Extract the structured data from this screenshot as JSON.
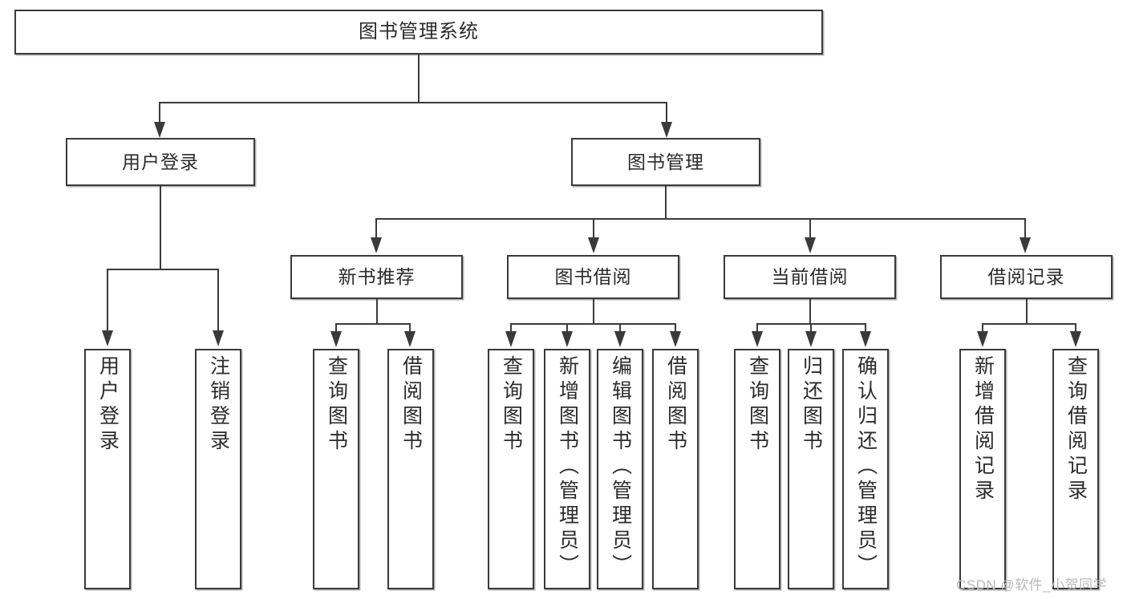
{
  "diagram": {
    "title": "图书管理系统",
    "watermark": "CSDN @软件_小贺同学",
    "nodes": {
      "root": {
        "label": "图书管理系统"
      },
      "level2": [
        {
          "label": "用户登录"
        },
        {
          "label": "图书管理"
        }
      ],
      "level3": [
        {
          "label": "新书推荐"
        },
        {
          "label": "图书借阅"
        },
        {
          "label": "当前借阅"
        },
        {
          "label": "借阅记录"
        }
      ],
      "leaves_user_login": [
        {
          "label": "用户登录"
        },
        {
          "label": "注销登录"
        }
      ],
      "leaves_new_book": [
        {
          "label": "查询图书"
        },
        {
          "label": "借阅图书"
        }
      ],
      "leaves_borrow": [
        {
          "label": "查询图书"
        },
        {
          "label": "新增图书（管理员）"
        },
        {
          "label": "编辑图书（管理员）"
        },
        {
          "label": "借阅图书"
        }
      ],
      "leaves_current": [
        {
          "label": "查询图书"
        },
        {
          "label": "归还图书"
        },
        {
          "label": "确认归还（管理员）"
        }
      ],
      "leaves_records": [
        {
          "label": "新增借阅记录"
        },
        {
          "label": "查询借阅记录"
        }
      ]
    },
    "colors": {
      "stroke": "#3a3a3a",
      "text": "#2b2b2b",
      "background": "#ffffff",
      "watermark": "#b9b9b9"
    }
  }
}
